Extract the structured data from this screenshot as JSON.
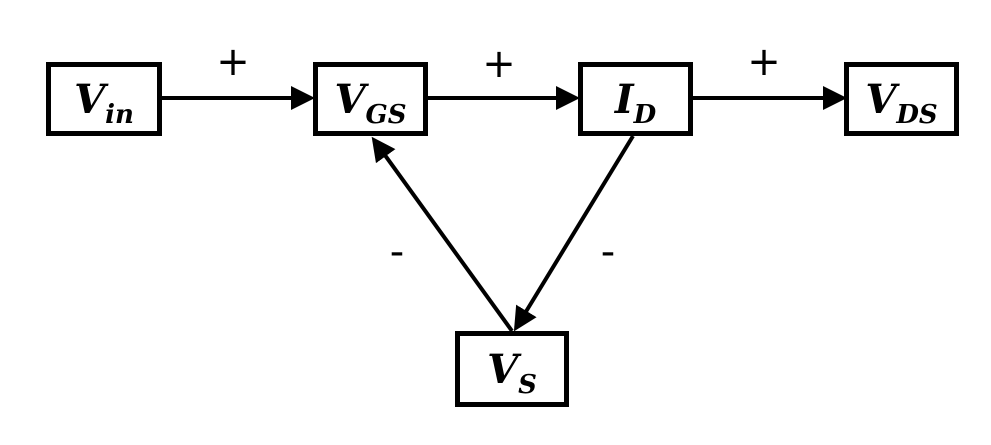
{
  "nodes": {
    "vin": {
      "main": "V",
      "sub": "in"
    },
    "vgs": {
      "main": "V",
      "sub": "GS"
    },
    "id": {
      "main": "I",
      "sub": "D"
    },
    "vds": {
      "main": "V",
      "sub": "DS"
    },
    "vs": {
      "main": "V",
      "sub": "S"
    }
  },
  "edges": {
    "vin_vgs": "+",
    "vgs_id": "+",
    "id_vds": "+",
    "vs_vgs": "-",
    "id_vs": "-"
  }
}
